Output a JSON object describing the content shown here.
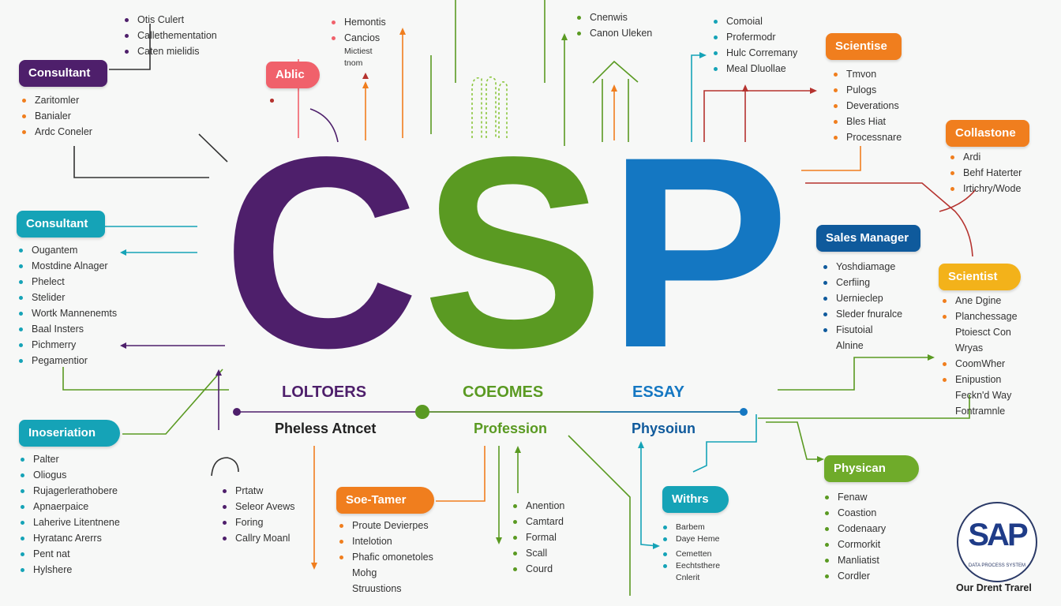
{
  "colors": {
    "purple": "#4e1f6b",
    "green": "#5a9a22",
    "blue": "#1477c2",
    "teal": "#15a3b7",
    "orange": "#f07e1e",
    "coral": "#f0616b",
    "amber": "#f3b21a",
    "lime": "#6fab2a",
    "navy": "#0f5a9c"
  },
  "center": {
    "letters": [
      "C",
      "S",
      "P"
    ],
    "labels": [
      "LOLTOERS",
      "COEOMES",
      "ESSAY"
    ],
    "sublabels": [
      "Pheless Atncet",
      "Profession",
      "Physoiun"
    ]
  },
  "top_lists": {
    "tl": [
      "Otis Culert",
      "Callethementation",
      "Caten mielidis"
    ],
    "t2": [
      "Hemontis",
      "Cancios",
      "Mictiest",
      "tnom"
    ],
    "t3": [
      "Cnenwis",
      "Canon Uleken"
    ],
    "t4": [
      "Comoial",
      "Profermodr",
      "Hulc Corremany",
      "Meal Dluollae"
    ]
  },
  "nodes": {
    "consultant1": {
      "label": "Consultant",
      "items": [
        "Zaritomler",
        "Banialer",
        "Ardc Coneler"
      ]
    },
    "abic": {
      "label": "Ablic",
      "items": [
        "",
        ""
      ]
    },
    "scientise": {
      "label": "Scientise",
      "items": [
        "Tmvon",
        "Pulogs",
        "Deverations",
        "Bles Hiat",
        "Processnare"
      ]
    },
    "collastone": {
      "label": "Collastone",
      "items": [
        "Ardi",
        "Behf Haterter",
        "Irtichry/Wode"
      ]
    },
    "consultant2": {
      "label": "Consultant",
      "items": [
        "Ougantem",
        "Mostdine Alnager",
        "Phelect",
        "Stelider",
        "Wortk Mannenemts",
        "Baal Insters",
        "Pichmerry",
        "Pegamentior"
      ]
    },
    "sales": {
      "label": "Sales Manager",
      "items": [
        "Yoshdiamage",
        "Cerfiing",
        "Uernieclep",
        "Sleder fnuralce",
        "Fisutoial",
        "Alnine"
      ]
    },
    "scientist": {
      "label": "Scientist",
      "items": [
        "Ane Dgine",
        "Planchessage",
        "Ptoiesct Con",
        "Wryas",
        "CoomWher",
        "Enipustion",
        "Feckn'd Way",
        "Fontramnle"
      ]
    },
    "inoseriation": {
      "label": "Inoseriation",
      "items": [
        "Palter",
        "Oliogus",
        "Rujagerlerathobere",
        "Apnaerpaice",
        "Laherive Litentnene",
        "Hyratanc Arerrs",
        "Pent nat",
        "Hylshere"
      ]
    },
    "bottom2": {
      "items": [
        "Prtatw",
        "Seleor Avews",
        "Foring",
        "Callry Moanl"
      ]
    },
    "soatamer": {
      "label": "Soe-Tamer",
      "items": [
        "Proute Devierpes",
        "Intelotion",
        "Phafic omonetoles",
        "Mohg",
        "Struustions"
      ]
    },
    "bottom4": {
      "items": [
        "Anention",
        "Camtard",
        "Formal",
        "Scall",
        "Courd"
      ]
    },
    "withrs": {
      "label": "Withrs",
      "items": [
        "Barbem",
        "Daye Heme",
        "Cemetten",
        "Eechtsthere",
        "Cnlerit"
      ]
    },
    "physican": {
      "label": "Physican",
      "items": [
        "Fenaw",
        "Coastion",
        "Codenaary",
        "Cormorkit",
        "Manliatist",
        "Cordler"
      ]
    }
  },
  "logo": {
    "text": "SAP",
    "ring": "DATA PROCESS SYSTEM",
    "brand": "Our Drent Trarel"
  }
}
